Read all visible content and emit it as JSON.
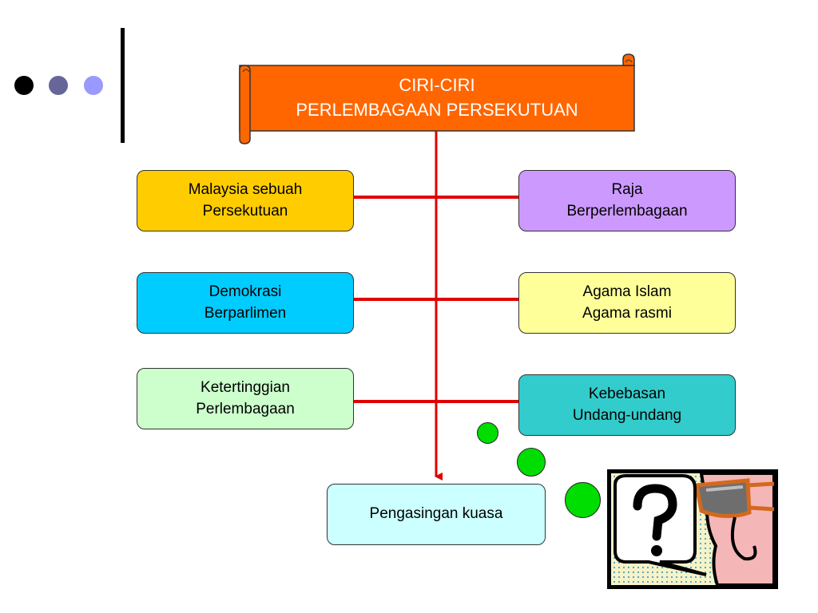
{
  "title": {
    "line1": "CIRI-CIRI",
    "line2": "PERLEMBAGAAN PERSEKUTUAN"
  },
  "nodes": {
    "malaysia_sebuah_persekutuan": "Malaysia sebuah\nPersekutuan",
    "raja_berperlembagaan": "Raja\nBerperlembagaan",
    "demokrasi_berparlimen": "Demokrasi\nBerparlimen",
    "agama_islam_agama_rasmi": "Agama Islam\nAgama rasmi",
    "ketertinggian_perlembagaan": "Ketertinggian\nPerlembagaan",
    "kebebasan_undang_undang": "Kebebasan\nUndang-undang",
    "pengasingan_kuasa": "Pengasingan kuasa"
  },
  "colors": {
    "title_banner": "#ff6600",
    "connector": "#e00000",
    "malaysia_sebuah_persekutuan": "#ffcc00",
    "raja_berperlembagaan": "#cc99ff",
    "demokrasi_berparlimen": "#00ccff",
    "agama_islam_agama_rasmi": "#ffff99",
    "ketertinggian_perlembagaan": "#ccffcc",
    "kebebasan_undang_undang": "#33cccc",
    "pengasingan_kuasa": "#ccffff",
    "thought_bubbles": "#00dd00"
  },
  "decorations": {
    "bullet_dots": [
      "#000000",
      "#666699",
      "#9999ff"
    ],
    "cartoon_icon": "question-mark-thinking-face"
  }
}
